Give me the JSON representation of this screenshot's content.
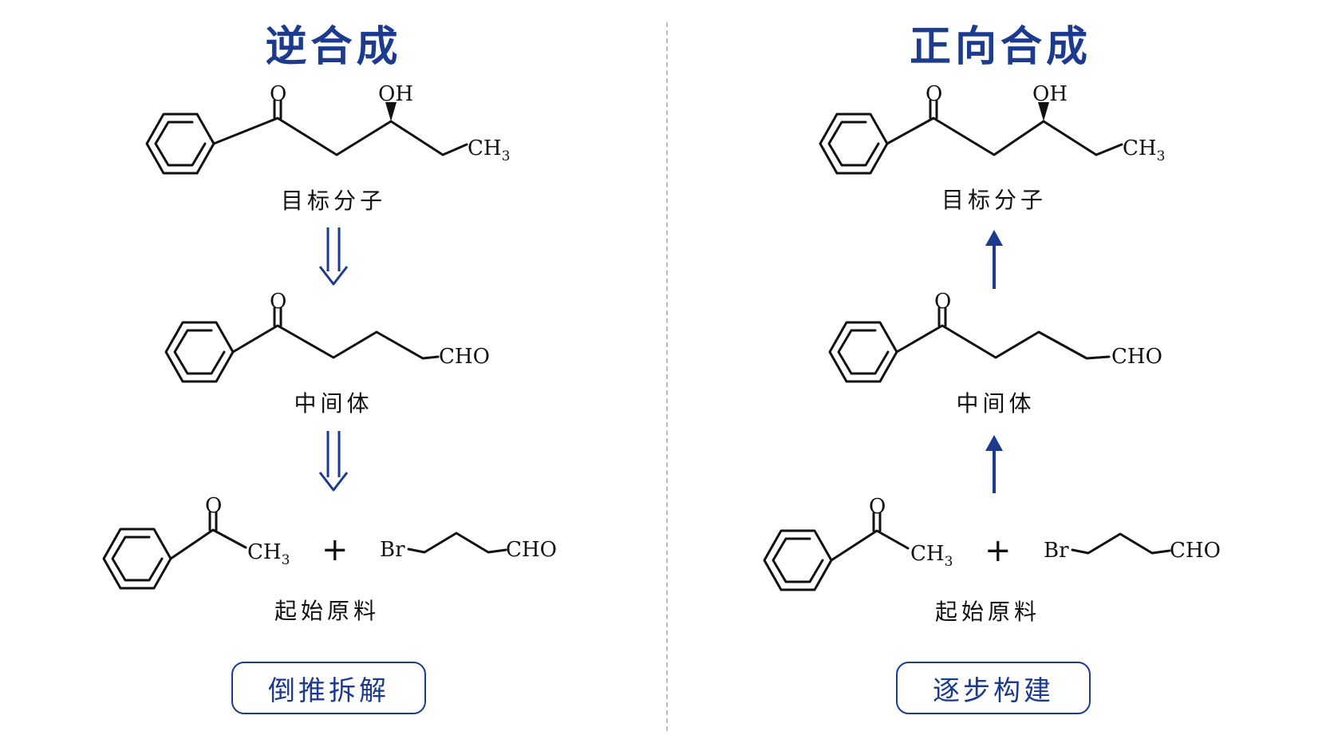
{
  "retrosynthesis": {
    "title": "逆合成",
    "target_label": "目标分子",
    "intermediate_label": "中间体",
    "starting_label": "起始原料",
    "tag_label": "倒推拆解"
  },
  "forward_synthesis": {
    "title": "正向合成",
    "target_label": "目标分子",
    "intermediate_label": "中间体",
    "starting_label": "起始原料",
    "tag_label": "逐步构建"
  },
  "chem": {
    "oxygen": "O",
    "hydroxyl": "OH",
    "methyl_c": "CH",
    "methyl_sub": "3",
    "aldehyde": "CHO",
    "bromine": "Br",
    "plus": "+"
  },
  "colors": {
    "accent": "#1c3a8e",
    "text": "#111111",
    "divider": "#b9bcc6"
  }
}
